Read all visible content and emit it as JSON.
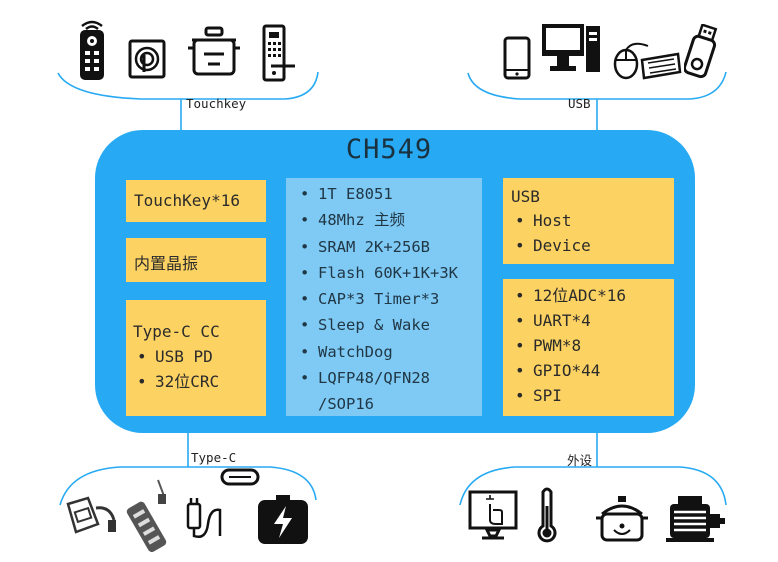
{
  "chip": {
    "title": "CH549",
    "core_features": [
      "1T E8051",
      "48Mhz 主频",
      "SRAM 2K+256B",
      "Flash 60K+1K+3K",
      "CAP*3 Timer*3",
      "Sleep & Wake",
      "WatchDog",
      "LQFP48/QFN28",
      "/SOP16"
    ]
  },
  "left_blocks": {
    "touchkey": "TouchKey*16",
    "crystal": "内置晶振",
    "typec": {
      "title": "Type-C CC",
      "items": [
        "USB PD",
        "32位CRC"
      ]
    }
  },
  "right_blocks": {
    "usb": {
      "title": "USB",
      "items": [
        "Host",
        "Device"
      ]
    },
    "peripherals": [
      "12位ADC*16",
      "UART*4",
      "PWM*8",
      "GPIO*44",
      "SPI"
    ]
  },
  "buses": {
    "touchkey": "Touchkey",
    "usb": "USB",
    "typec": "Type-C",
    "peripheral": "外设"
  },
  "icons": {
    "top_left": [
      "remote-control-icon",
      "touch-sensor-icon",
      "rice-cooker-icon",
      "door-lock-icon"
    ],
    "top_right": [
      "phone-icon",
      "desktop-computer-icon",
      "mouse-keyboard-icon",
      "usb-drive-icon"
    ],
    "bottom_left": [
      "usb-c-adapter-icon",
      "usb-hub-icon",
      "usb-c-port-icon",
      "charger-icon",
      "power-bank-icon"
    ],
    "bottom_right": [
      "touch-screen-icon",
      "thermometer-icon",
      "electric-cooker-icon",
      "motor-icon"
    ]
  },
  "colors": {
    "chip_blue": "#27aaf3",
    "core_box": "#7fcaf5",
    "block_yellow": "#fcd262",
    "connector_line": "#27aaf3"
  }
}
